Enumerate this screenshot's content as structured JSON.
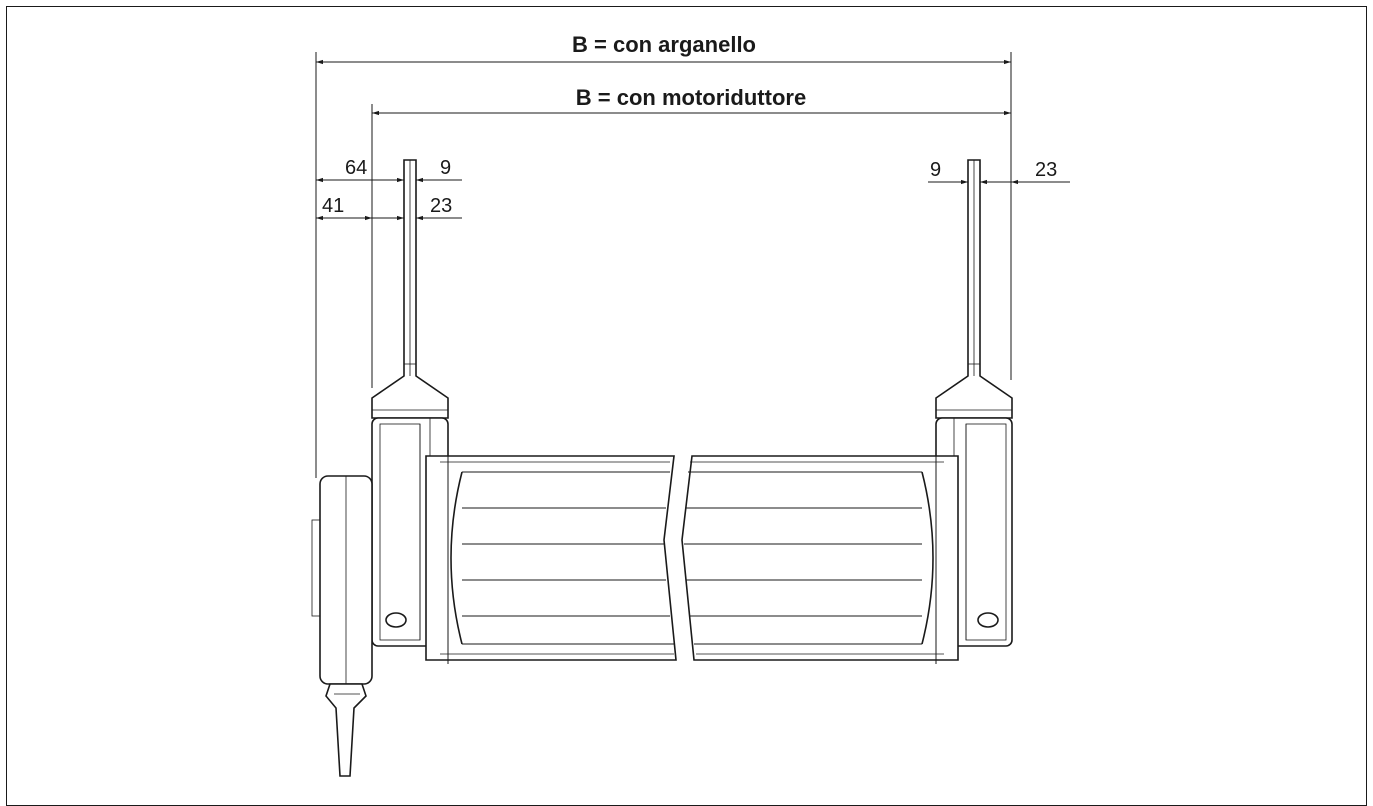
{
  "dimensions": {
    "width_winch": "B = con arganello",
    "width_gearmotor": "B = con motoriduttore",
    "left_64": "64",
    "left_41": "41",
    "left_9": "9",
    "left_23": "23",
    "right_9": "9",
    "right_23": "23"
  }
}
